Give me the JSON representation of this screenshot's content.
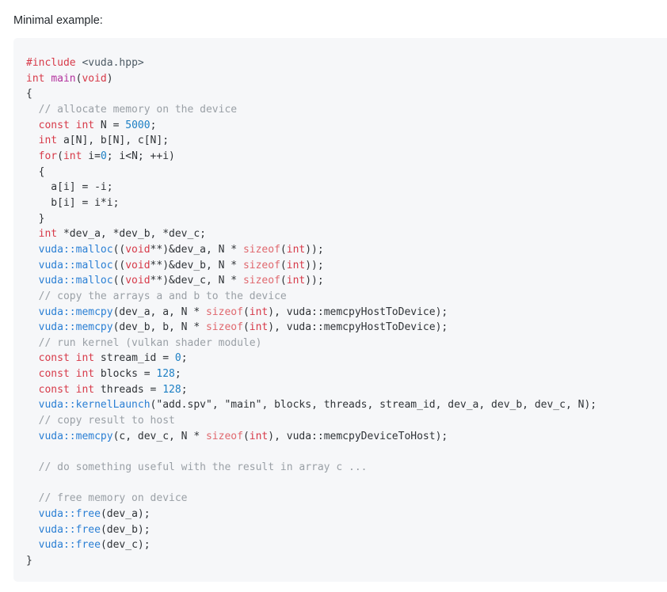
{
  "page": {
    "background_color": "#ffffff"
  },
  "intro": {
    "text": "Minimal example:"
  },
  "code_block": {
    "background_color": "#f6f7f9",
    "language": "cpp",
    "colors": {
      "keyword": "#d73a49",
      "namespace_call": "#2a7fd4",
      "function": "#b3339e",
      "number": "#1c7fc4",
      "comment": "#9aa0a6",
      "sizeof": "#e0686e",
      "plain": "#2f3337",
      "header": "#4d5a64"
    },
    "lines": [
      [
        {
          "t": "#include",
          "c": "pp"
        },
        {
          "t": " ",
          "c": "op"
        },
        {
          "t": "<vuda.hpp>",
          "c": "hdr"
        }
      ],
      [
        {
          "t": "int",
          "c": "k"
        },
        {
          "t": " ",
          "c": "op"
        },
        {
          "t": "main",
          "c": "fn"
        },
        {
          "t": "(",
          "c": "op"
        },
        {
          "t": "void",
          "c": "k"
        },
        {
          "t": ")",
          "c": "op"
        }
      ],
      [
        {
          "t": "{",
          "c": "op"
        }
      ],
      [
        {
          "t": "  ",
          "c": "op"
        },
        {
          "t": "// allocate memory on the device",
          "c": "cm"
        }
      ],
      [
        {
          "t": "  ",
          "c": "op"
        },
        {
          "t": "const",
          "c": "k"
        },
        {
          "t": " ",
          "c": "op"
        },
        {
          "t": "int",
          "c": "k"
        },
        {
          "t": " N = ",
          "c": "op"
        },
        {
          "t": "5000",
          "c": "num"
        },
        {
          "t": ";",
          "c": "op"
        }
      ],
      [
        {
          "t": "  ",
          "c": "op"
        },
        {
          "t": "int",
          "c": "k"
        },
        {
          "t": " a[N], b[N], c[N];",
          "c": "op"
        }
      ],
      [
        {
          "t": "  ",
          "c": "op"
        },
        {
          "t": "for",
          "c": "k"
        },
        {
          "t": "(",
          "c": "op"
        },
        {
          "t": "int",
          "c": "k"
        },
        {
          "t": " i=",
          "c": "op"
        },
        {
          "t": "0",
          "c": "num"
        },
        {
          "t": "; i<N; ++i)",
          "c": "op"
        }
      ],
      [
        {
          "t": "  ",
          "c": "op"
        },
        {
          "t": "{",
          "c": "op"
        }
      ],
      [
        {
          "t": "    a[i] = -i;",
          "c": "op"
        }
      ],
      [
        {
          "t": "    b[i] = i*i;",
          "c": "op"
        }
      ],
      [
        {
          "t": "  ",
          "c": "op"
        },
        {
          "t": "}",
          "c": "op"
        }
      ],
      [
        {
          "t": "  ",
          "c": "op"
        },
        {
          "t": "int",
          "c": "k"
        },
        {
          "t": " *dev_a, *dev_b, *dev_c;",
          "c": "op"
        }
      ],
      [
        {
          "t": "  ",
          "c": "op"
        },
        {
          "t": "vuda::malloc",
          "c": "ns"
        },
        {
          "t": "((",
          "c": "op"
        },
        {
          "t": "void",
          "c": "k"
        },
        {
          "t": "**)&dev_a, N * ",
          "c": "op"
        },
        {
          "t": "sizeof",
          "c": "so"
        },
        {
          "t": "(",
          "c": "op"
        },
        {
          "t": "int",
          "c": "k"
        },
        {
          "t": "));",
          "c": "op"
        }
      ],
      [
        {
          "t": "  ",
          "c": "op"
        },
        {
          "t": "vuda::malloc",
          "c": "ns"
        },
        {
          "t": "((",
          "c": "op"
        },
        {
          "t": "void",
          "c": "k"
        },
        {
          "t": "**)&dev_b, N * ",
          "c": "op"
        },
        {
          "t": "sizeof",
          "c": "so"
        },
        {
          "t": "(",
          "c": "op"
        },
        {
          "t": "int",
          "c": "k"
        },
        {
          "t": "));",
          "c": "op"
        }
      ],
      [
        {
          "t": "  ",
          "c": "op"
        },
        {
          "t": "vuda::malloc",
          "c": "ns"
        },
        {
          "t": "((",
          "c": "op"
        },
        {
          "t": "void",
          "c": "k"
        },
        {
          "t": "**)&dev_c, N * ",
          "c": "op"
        },
        {
          "t": "sizeof",
          "c": "so"
        },
        {
          "t": "(",
          "c": "op"
        },
        {
          "t": "int",
          "c": "k"
        },
        {
          "t": "));",
          "c": "op"
        }
      ],
      [
        {
          "t": "  ",
          "c": "op"
        },
        {
          "t": "// copy the arrays a and b to the device",
          "c": "cm"
        }
      ],
      [
        {
          "t": "  ",
          "c": "op"
        },
        {
          "t": "vuda::memcpy",
          "c": "ns"
        },
        {
          "t": "(dev_a, a, N * ",
          "c": "op"
        },
        {
          "t": "sizeof",
          "c": "so"
        },
        {
          "t": "(",
          "c": "op"
        },
        {
          "t": "int",
          "c": "k"
        },
        {
          "t": "), vuda::memcpyHostToDevice);",
          "c": "op"
        }
      ],
      [
        {
          "t": "  ",
          "c": "op"
        },
        {
          "t": "vuda::memcpy",
          "c": "ns"
        },
        {
          "t": "(dev_b, b, N * ",
          "c": "op"
        },
        {
          "t": "sizeof",
          "c": "so"
        },
        {
          "t": "(",
          "c": "op"
        },
        {
          "t": "int",
          "c": "k"
        },
        {
          "t": "), vuda::memcpyHostToDevice);",
          "c": "op"
        }
      ],
      [
        {
          "t": "  ",
          "c": "op"
        },
        {
          "t": "// run kernel (vulkan shader module)",
          "c": "cm"
        }
      ],
      [
        {
          "t": "  ",
          "c": "op"
        },
        {
          "t": "const",
          "c": "k"
        },
        {
          "t": " ",
          "c": "op"
        },
        {
          "t": "int",
          "c": "k"
        },
        {
          "t": " stream_id = ",
          "c": "op"
        },
        {
          "t": "0",
          "c": "num"
        },
        {
          "t": ";",
          "c": "op"
        }
      ],
      [
        {
          "t": "  ",
          "c": "op"
        },
        {
          "t": "const",
          "c": "k"
        },
        {
          "t": " ",
          "c": "op"
        },
        {
          "t": "int",
          "c": "k"
        },
        {
          "t": " blocks = ",
          "c": "op"
        },
        {
          "t": "128",
          "c": "num"
        },
        {
          "t": ";",
          "c": "op"
        }
      ],
      [
        {
          "t": "  ",
          "c": "op"
        },
        {
          "t": "const",
          "c": "k"
        },
        {
          "t": " ",
          "c": "op"
        },
        {
          "t": "int",
          "c": "k"
        },
        {
          "t": " threads = ",
          "c": "op"
        },
        {
          "t": "128",
          "c": "num"
        },
        {
          "t": ";",
          "c": "op"
        }
      ],
      [
        {
          "t": "  ",
          "c": "op"
        },
        {
          "t": "vuda::kernelLaunch",
          "c": "ns"
        },
        {
          "t": "(",
          "c": "op"
        },
        {
          "t": "\"add.spv\"",
          "c": "str"
        },
        {
          "t": ", ",
          "c": "op"
        },
        {
          "t": "\"main\"",
          "c": "str"
        },
        {
          "t": ", blocks, threads, stream_id, dev_a, dev_b, dev_c, N);",
          "c": "op"
        }
      ],
      [
        {
          "t": "  ",
          "c": "op"
        },
        {
          "t": "// copy result to host",
          "c": "cm"
        }
      ],
      [
        {
          "t": "  ",
          "c": "op"
        },
        {
          "t": "vuda::memcpy",
          "c": "ns"
        },
        {
          "t": "(c, dev_c, N * ",
          "c": "op"
        },
        {
          "t": "sizeof",
          "c": "so"
        },
        {
          "t": "(",
          "c": "op"
        },
        {
          "t": "int",
          "c": "k"
        },
        {
          "t": "), vuda::memcpyDeviceToHost);",
          "c": "op"
        }
      ],
      [],
      [
        {
          "t": "  ",
          "c": "op"
        },
        {
          "t": "// do something useful with the result in array c ...",
          "c": "cm"
        }
      ],
      [],
      [
        {
          "t": "  ",
          "c": "op"
        },
        {
          "t": "// free memory on device",
          "c": "cm"
        }
      ],
      [
        {
          "t": "  ",
          "c": "op"
        },
        {
          "t": "vuda::free",
          "c": "ns"
        },
        {
          "t": "(dev_a);",
          "c": "op"
        }
      ],
      [
        {
          "t": "  ",
          "c": "op"
        },
        {
          "t": "vuda::free",
          "c": "ns"
        },
        {
          "t": "(dev_b);",
          "c": "op"
        }
      ],
      [
        {
          "t": "  ",
          "c": "op"
        },
        {
          "t": "vuda::free",
          "c": "ns"
        },
        {
          "t": "(dev_c);",
          "c": "op"
        }
      ],
      [
        {
          "t": "}",
          "c": "op"
        }
      ]
    ]
  }
}
